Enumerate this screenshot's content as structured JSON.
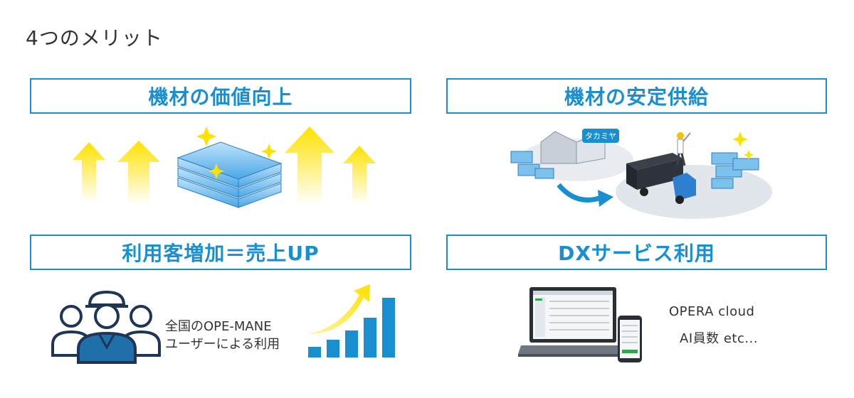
{
  "page": {
    "title": "4つのメリット"
  },
  "panels": [
    {
      "title": "機材の価値向上"
    },
    {
      "title": "機材の安定供給"
    },
    {
      "title": "利用客増加＝売上UP"
    },
    {
      "title": "DXサービス利用"
    }
  ],
  "warehouse": {
    "sign": "タカミヤ"
  },
  "users": {
    "line1": "全国のOPE-MANE",
    "line2": "ユーザーによる利用"
  },
  "dx": {
    "line1": "OPERA cloud",
    "line2": "AI員数 etc..."
  },
  "colors": {
    "accent": "#1a8fd0",
    "arrow": "#ffe100",
    "bar": "#1a8fd0"
  },
  "icons": [
    "up-arrow-icon",
    "stacked-boards-icon",
    "sparkle-icon",
    "warehouse-icon",
    "truck-icon",
    "worker-icon",
    "people-icon",
    "growth-chart-icon",
    "laptop-icon",
    "smartphone-icon"
  ]
}
